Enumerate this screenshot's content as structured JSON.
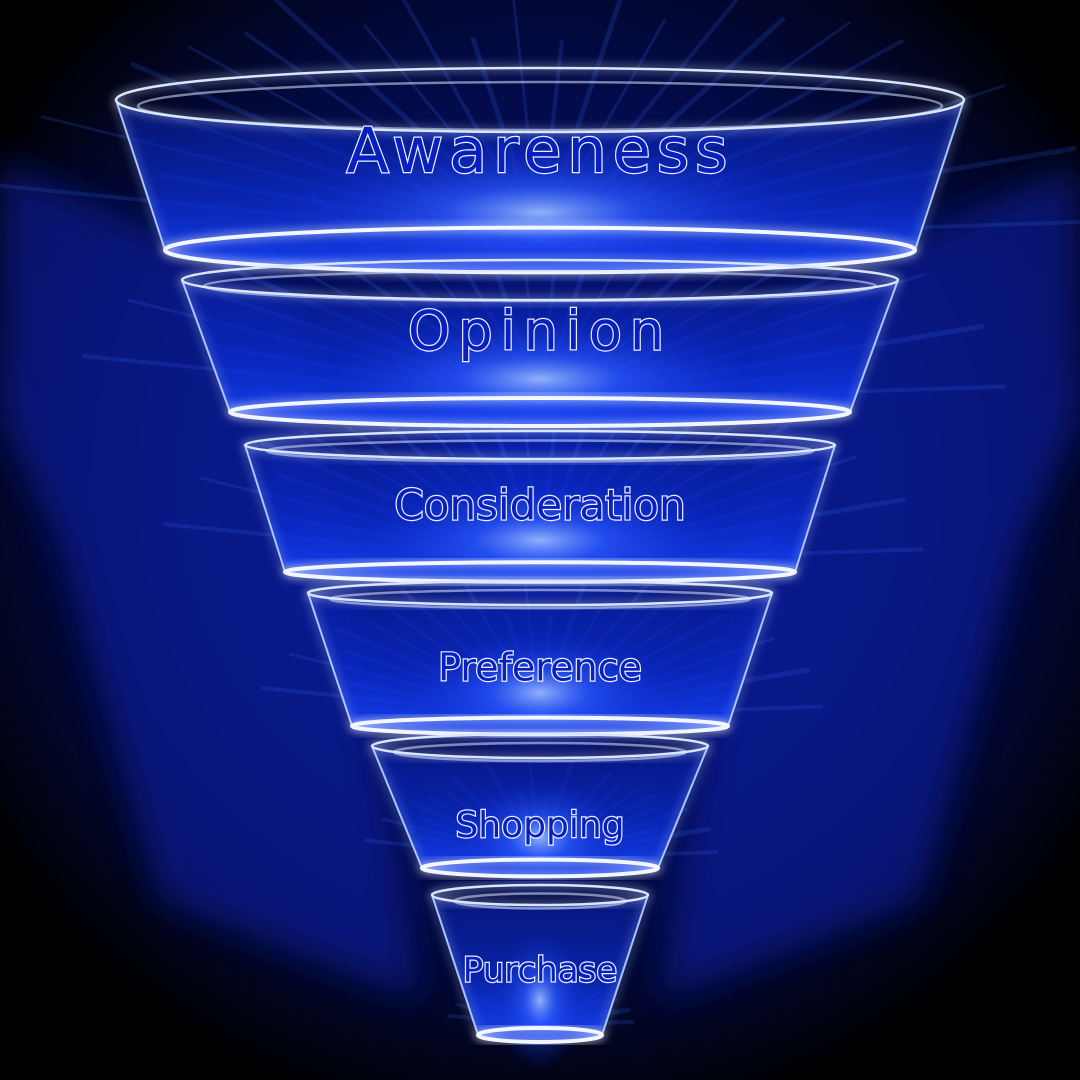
{
  "diagram": {
    "stages": [
      {
        "label": "Awareness"
      },
      {
        "label": "Opinion"
      },
      {
        "label": "Consideration"
      },
      {
        "label": "Preference"
      },
      {
        "label": "Shopping"
      },
      {
        "label": "Purchase"
      }
    ]
  },
  "colors": {
    "background": "#000000",
    "glow": "#1030ff",
    "outline": "#dce8ff",
    "fill": "#0a1fbf"
  }
}
